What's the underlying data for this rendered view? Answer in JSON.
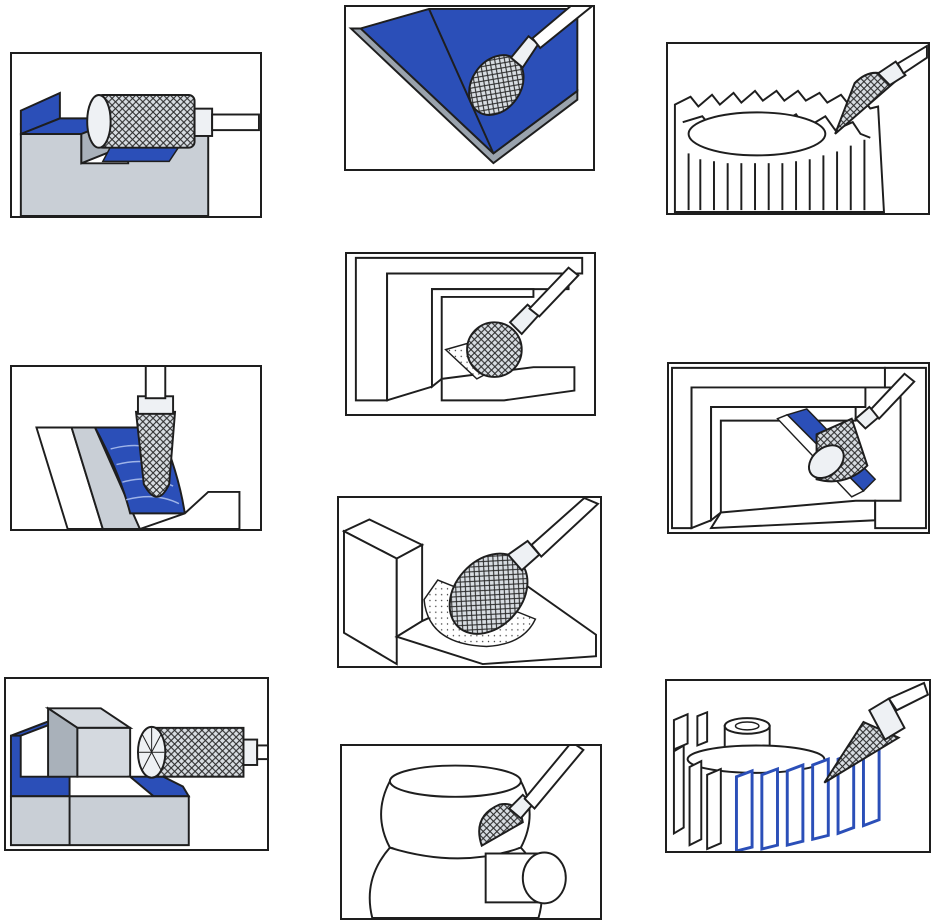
{
  "colors": {
    "accent_blue": "#2b4fb8",
    "metal_gray": "#c9cfd6",
    "outline": "#1e1e1e",
    "background": "#ffffff"
  },
  "panels": [
    {
      "id": "p1",
      "subject": "cylinder-burr-slot"
    },
    {
      "id": "p2",
      "subject": "ball-nose-burr-angle-plate"
    },
    {
      "id": "p3",
      "subject": "cone-burr-gear-teeth"
    },
    {
      "id": "p4",
      "subject": "ball-burr-inner-corner"
    },
    {
      "id": "p5",
      "subject": "tree-burr-curved-groove"
    },
    {
      "id": "p6",
      "subject": "inverted-cone-burr-frame-channel"
    },
    {
      "id": "p7",
      "subject": "oval-burr-fillet"
    },
    {
      "id": "p8",
      "subject": "end-cut-cylinder-burr-step"
    },
    {
      "id": "p9",
      "subject": "pointed-cone-burr-fins"
    },
    {
      "id": "p10",
      "subject": "flame-burr-casting"
    }
  ]
}
